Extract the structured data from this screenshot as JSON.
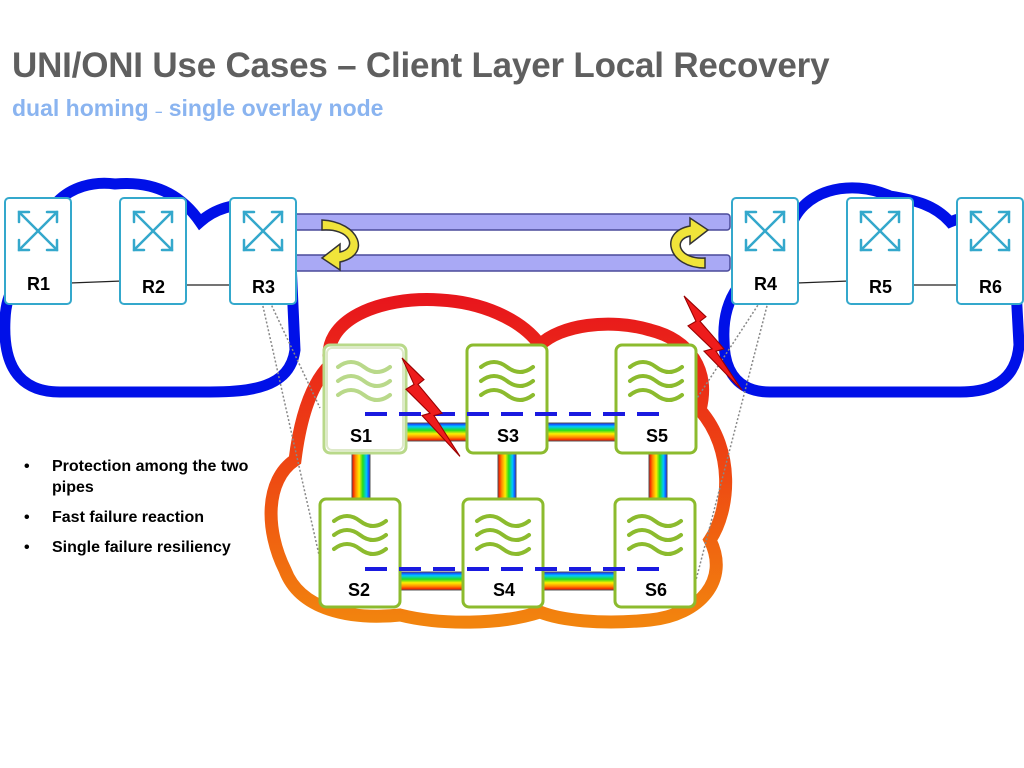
{
  "title": "UNI/ONI Use Cases – Client Layer Local Recovery",
  "subtitle": {
    "part1": "dual homing",
    "separator": "–",
    "part2": "single overlay node"
  },
  "routers": [
    "R1",
    "R2",
    "R3",
    "R4",
    "R5",
    "R6"
  ],
  "switches": [
    "S1",
    "S3",
    "S5",
    "S2",
    "S4",
    "S6"
  ],
  "bullets": [
    "Protection among the two pipes",
    "Fast failure reaction",
    "Single failure resiliency"
  ],
  "colors": {
    "title": "#5f5f5f",
    "subtitle": "#8ab4f0",
    "client_cloud": "#0010e8",
    "router_border": "#34a8cc",
    "switch_border": "#8cbb2e",
    "pipe": "#a9a9f5",
    "protection_arrow": "#f0e43a",
    "failure_bolt": "#ee1c1c"
  },
  "icons": {
    "router": "router-cross-arrows-icon",
    "switch": "optical-wave-icon",
    "failure": "lightning-bolt-icon",
    "switchover": "curved-arrow-icon"
  }
}
